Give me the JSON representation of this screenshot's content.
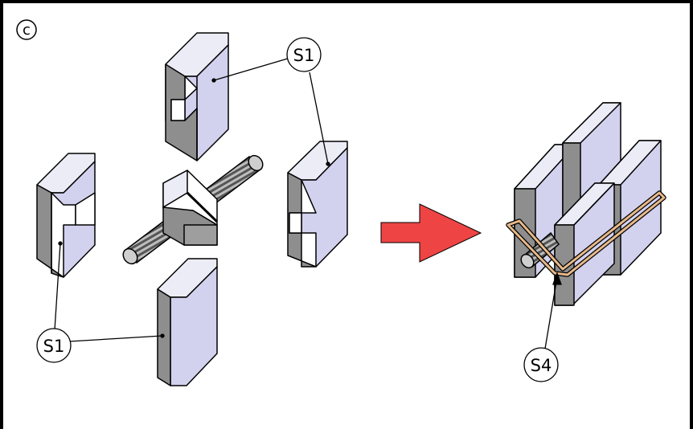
{
  "panel_label": "c",
  "callouts": {
    "top_right": "S1",
    "bottom_left": "S1",
    "assembly": "S4"
  },
  "colors": {
    "block_front": "#d2d2ef",
    "block_side": "#8e8e8e",
    "block_top": "#ececf7",
    "arrow": "#ef4444",
    "band": "#e7b98a",
    "outline": "#000000"
  }
}
